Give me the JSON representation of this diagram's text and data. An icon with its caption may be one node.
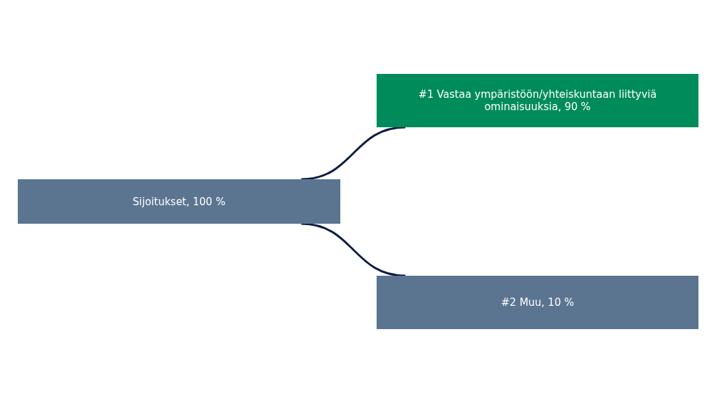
{
  "diagram": {
    "nodes": [
      {
        "text": [
          "Sijoitukset, 100 %"
        ]
      },
      {
        "text": [
          "#1 Vastaa ympäristöön/yhteiskuntaan liittyviä ominaisuuksia, 90 %"
        ]
      },
      {
        "text": [
          "#2 Muu, 10 %"
        ]
      }
    ],
    "edges": [
      {
        "from": 0,
        "to": 1,
        "arrow": "none"
      },
      {
        "from": 0,
        "to": 2,
        "arrow": "none"
      }
    ]
  }
}
